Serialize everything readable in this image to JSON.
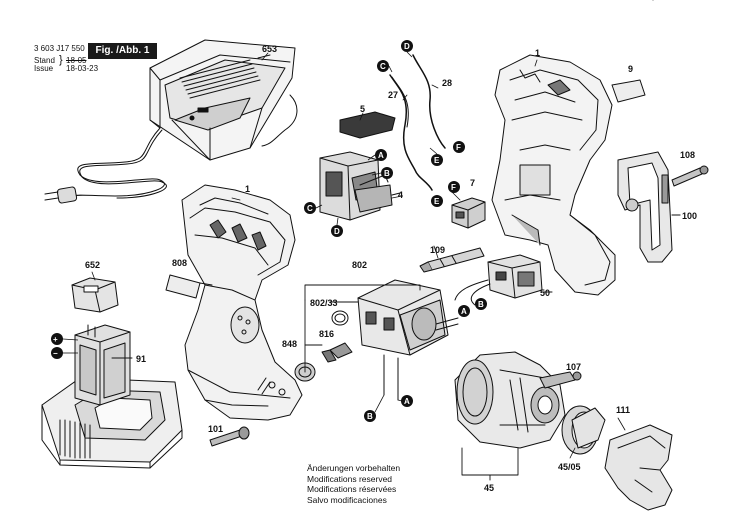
{
  "header": {
    "doc_number": "3 603 J17 550",
    "stand_label": "Stand",
    "issue_label": "Issue",
    "stand_date_struck": "18-05",
    "issue_date": "18-03-23",
    "figure_label": "Fig. /Abb. 1"
  },
  "notes": [
    "Änderungen vorbehalten",
    "Modifications reserved",
    "Modifications réservées",
    "Salvo modificaciones"
  ],
  "part_numbers": {
    "p653": "653",
    "p1_left": "1",
    "p1_right": "1",
    "p5": "5",
    "p4": "4",
    "p7": "7",
    "p27": "27",
    "p28": "28",
    "p9": "9",
    "p108": "108",
    "p100": "100",
    "p808": "808",
    "p802": "802",
    "p802_33": "802/33",
    "p816": "816",
    "p848": "848",
    "p109": "109",
    "p50": "50",
    "p652": "652",
    "p91": "91",
    "p107": "107",
    "p111": "111",
    "p45_05": "45/05",
    "p45": "45",
    "p101": "101"
  },
  "connectors": {
    "A": "A",
    "B": "B",
    "C": "C",
    "D": "D",
    "E": "E",
    "F": "F"
  },
  "battery_terminals": {
    "plus": "+",
    "minus": "−"
  }
}
